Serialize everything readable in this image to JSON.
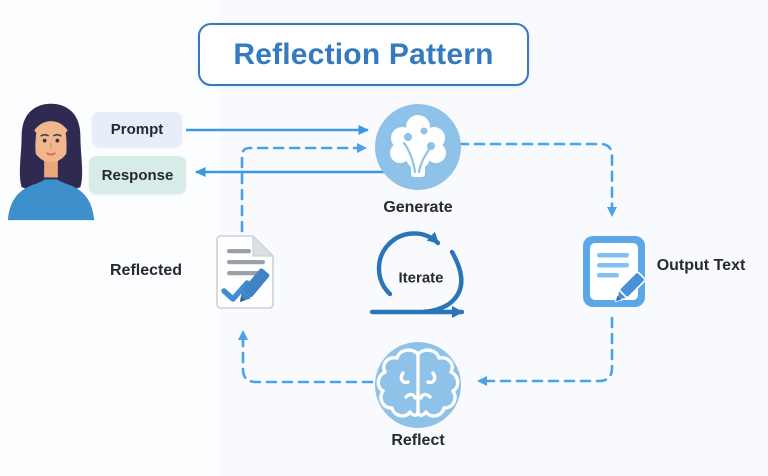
{
  "title": "Reflection Pattern",
  "user_io": {
    "prompt": "Prompt",
    "response": "Response"
  },
  "nodes": {
    "generate": "Generate",
    "iterate": "Iterate",
    "reflect": "Reflect"
  },
  "artifacts": {
    "reflected": "Reflected",
    "output_text": "Output Text"
  },
  "icons": {
    "user": "user-avatar",
    "generate": "ai-brain-tree-icon",
    "iterate": "loop-arrow-icon",
    "reflect": "brain-outline-icon",
    "output": "document-pen-icon",
    "reflected": "document-check-pen-icon"
  },
  "colors": {
    "accent_blue": "#3579c0",
    "node_fill": "#8fc2e9",
    "solid_arrow": "#3b97de",
    "dashed_arrow": "#4aa3e8",
    "iterate_stroke": "#2a74b8",
    "prompt_bg": "#e8eef9",
    "response_bg": "#d7ece7",
    "text": "#26292e",
    "background": "#fafbfd"
  }
}
